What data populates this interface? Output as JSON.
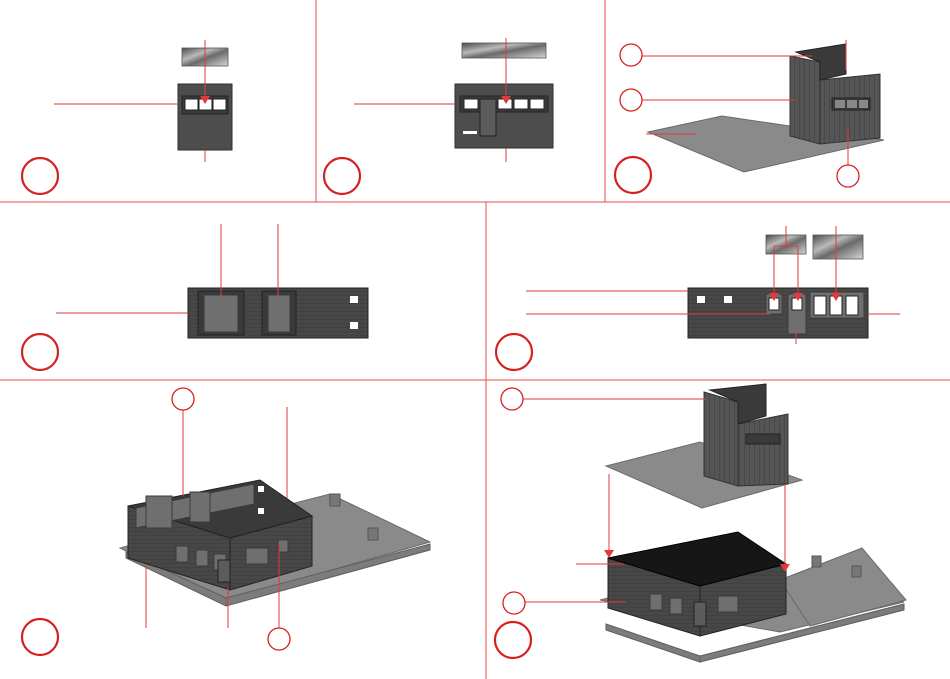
{
  "sheet": {
    "title": "",
    "steps": [
      {
        "id": "1",
        "label": ""
      },
      {
        "id": "2",
        "label": ""
      },
      {
        "id": "3",
        "label": ""
      },
      {
        "id": "4",
        "label": ""
      },
      {
        "id": "5",
        "label": ""
      },
      {
        "id": "6",
        "label": ""
      },
      {
        "id": "7",
        "label": ""
      }
    ]
  },
  "colors": {
    "accent": "#d81f1f",
    "frame": "#e84b4b",
    "model_gray": "#4d4d4d",
    "base_gray": "#8a8a8a",
    "roof_black": "#161616"
  }
}
